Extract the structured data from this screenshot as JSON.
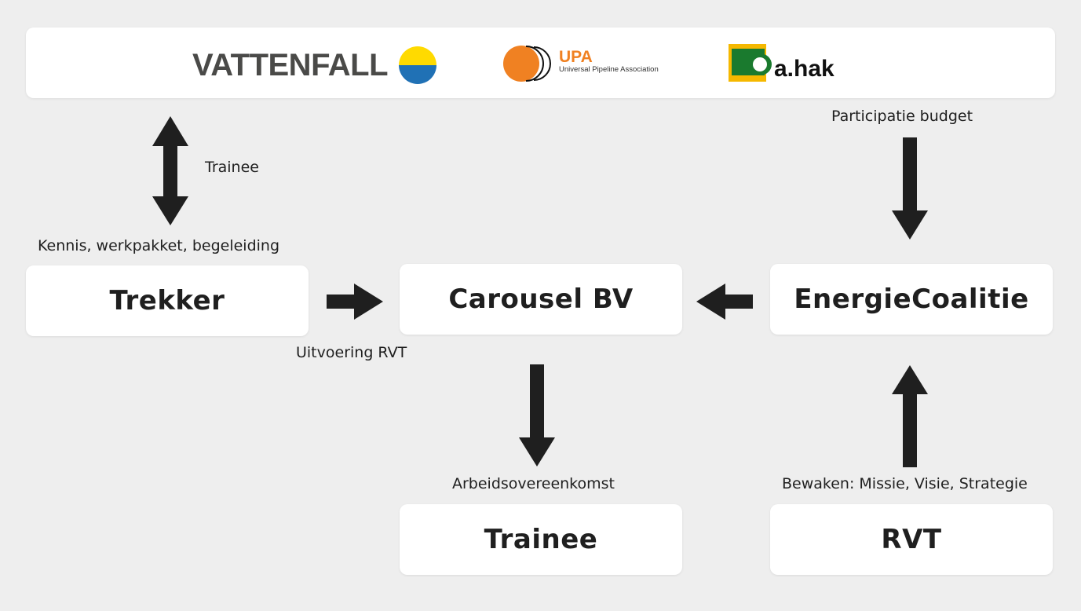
{
  "logos": {
    "vattenfall": "VATTENFALL",
    "upa_name": "UPA",
    "upa_sub": "Universal Pipeline Association",
    "ahak": "a.hak"
  },
  "boxes": {
    "trekker": "Trekker",
    "carousel": "Carousel BV",
    "energiecoalitie": "EnergieCoalitie",
    "trainee": "Trainee",
    "rvt": "RVT"
  },
  "labels": {
    "trainee_top": "Trainee",
    "kennis": "Kennis, werkpakket, begeleiding",
    "uitvoering": "Uitvoering RVT",
    "participatie": "Participatie budget",
    "arbeids": "Arbeidsovereenkomst",
    "bewaken": "Bewaken: Missie, Visie, Strategie"
  },
  "colors": {
    "arrow": "#1f1f1f",
    "vattenfall_yellow": "#ffda00",
    "vattenfall_blue": "#2071b5",
    "upa_orange": "#f08122",
    "ahak_yellow": "#f5b800",
    "ahak_green": "#1a7a2e"
  }
}
